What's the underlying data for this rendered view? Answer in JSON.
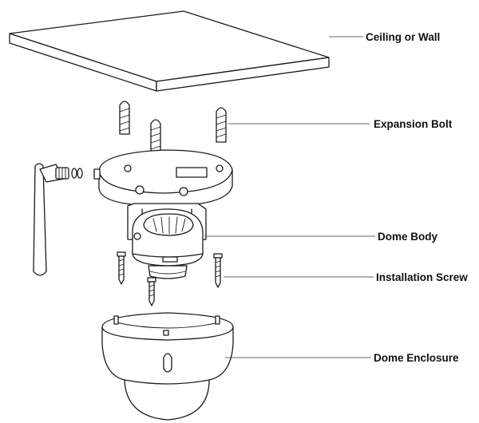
{
  "labels": {
    "ceiling": "Ceiling or Wall",
    "expansion_bolt": "Expansion Bolt",
    "dome_body": "Dome Body",
    "installation_screw": "Installation Screw",
    "dome_enclosure": "Dome Enclosure"
  },
  "colors": {
    "line": "#1a1a1a",
    "background": "#ffffff",
    "label": "#111111"
  }
}
